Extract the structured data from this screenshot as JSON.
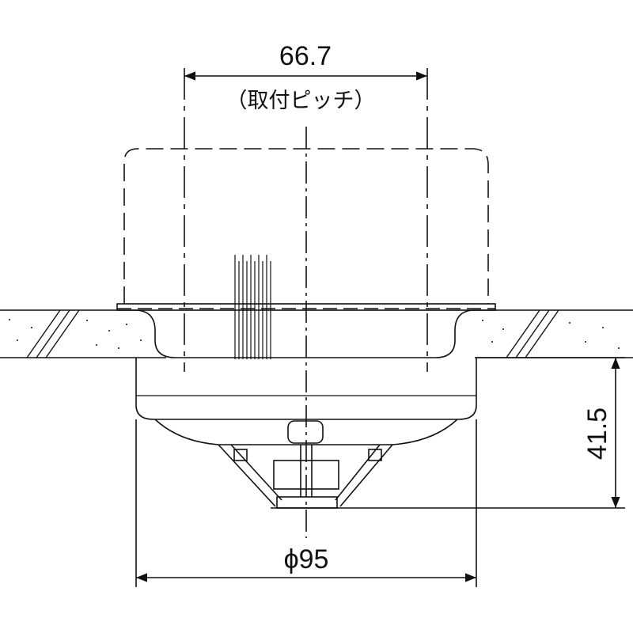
{
  "drawing": {
    "dimensions": {
      "mounting_pitch_value": "66.7",
      "mounting_pitch_note": "（取付ピッチ）",
      "height_value": "41.5",
      "diameter_value": "ϕ95"
    },
    "colors": {
      "line": "#111111",
      "background": "#ffffff"
    }
  }
}
